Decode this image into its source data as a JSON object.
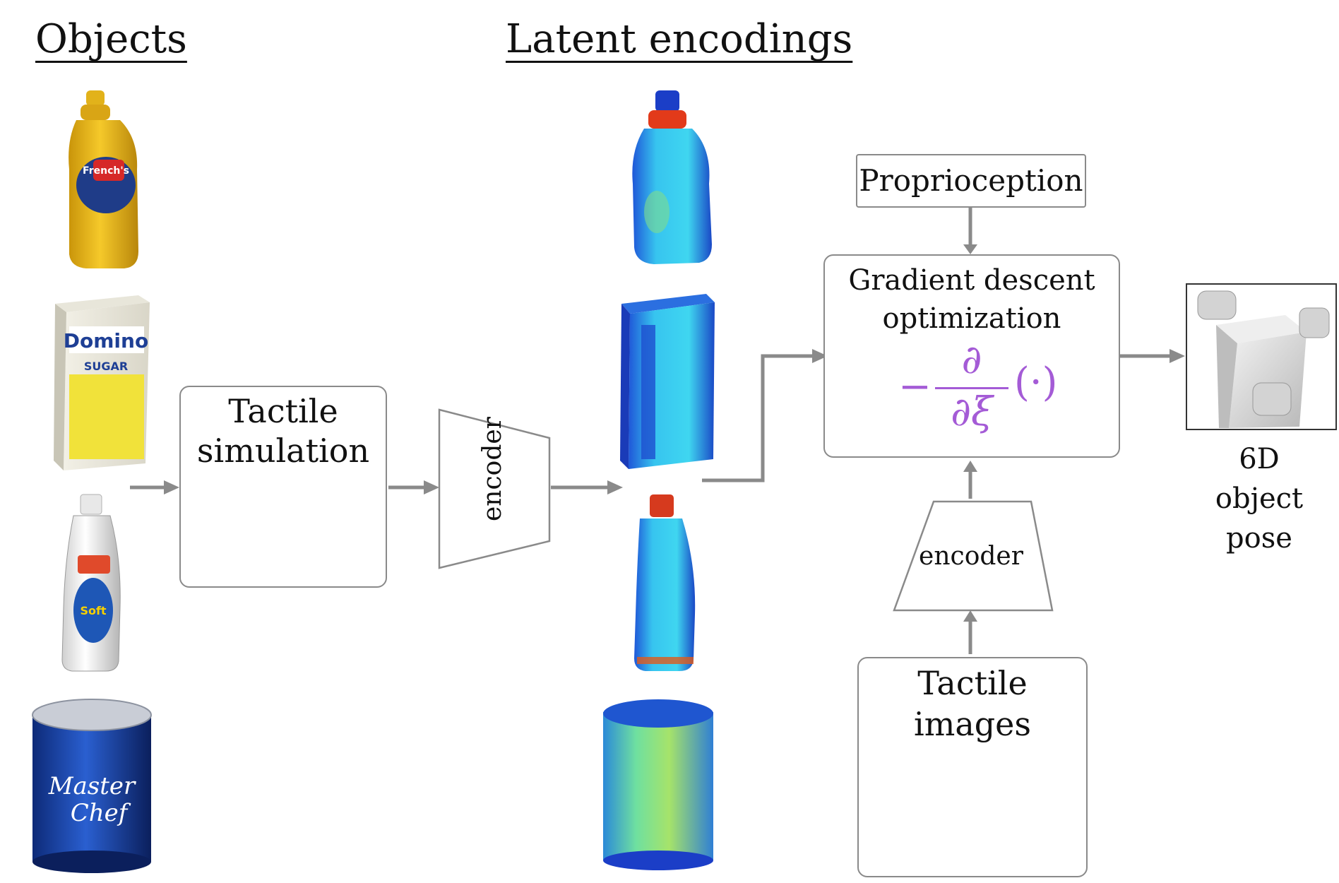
{
  "headings": {
    "objects": "Objects",
    "latent_encodings": "Latent encodings"
  },
  "boxes": {
    "tactile_simulation": "Tactile\nsimulation",
    "proprioception": "Proprioception",
    "gradient_descent": "Gradient descent\noptimization",
    "tactile_images": "Tactile\nimages"
  },
  "encoders": {
    "sim_encoder": "encoder",
    "real_encoder": "encoder"
  },
  "math": {
    "minus": "−",
    "numerator": "∂",
    "denominator": "∂ξ",
    "argument": "(·)"
  },
  "output": {
    "label": "6D\nobject pose"
  },
  "objects": [
    "mustard-bottle",
    "sugar-box",
    "bleach-cleanser-bottle",
    "coffee-can"
  ],
  "colors": {
    "arrow": "#8a8a8a",
    "math": "#a45bd6"
  }
}
